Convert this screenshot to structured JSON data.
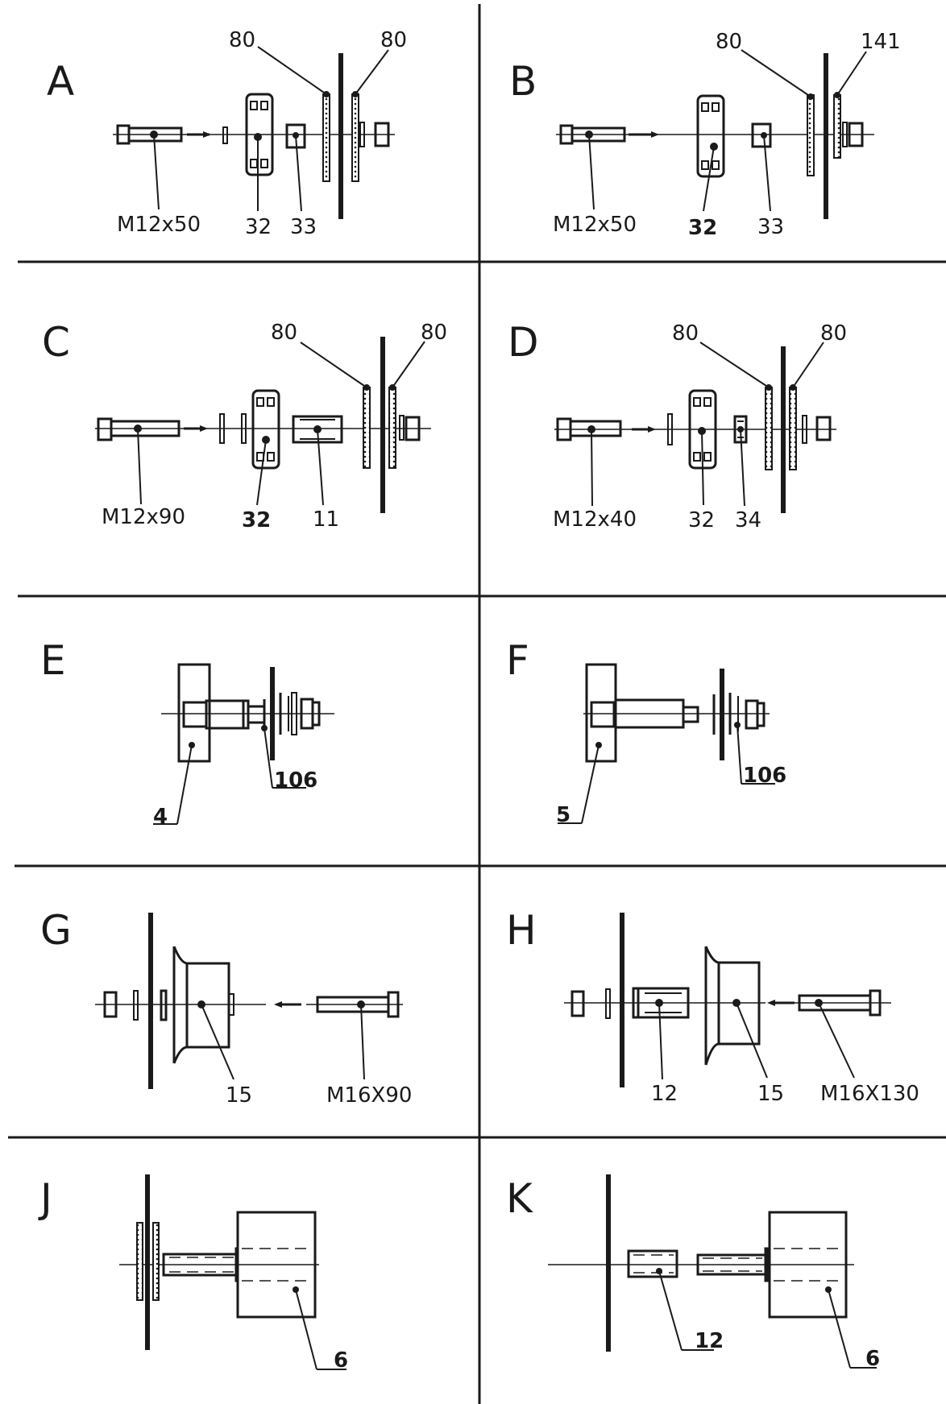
{
  "panels": {
    "A": {
      "letter": "A",
      "labels": [
        "80",
        "80",
        "M12x50",
        "32",
        "33"
      ]
    },
    "B": {
      "letter": "B",
      "labels": [
        "80",
        "141",
        "M12x50",
        "32",
        "33"
      ]
    },
    "C": {
      "letter": "C",
      "labels": [
        "80",
        "80",
        "M12x90",
        "32",
        "11"
      ]
    },
    "D": {
      "letter": "D",
      "labels": [
        "80",
        "80",
        "M12x40",
        "32",
        "34"
      ]
    },
    "E": {
      "letter": "E",
      "labels": [
        "106",
        "4"
      ]
    },
    "F": {
      "letter": "F",
      "labels": [
        "106",
        "5"
      ]
    },
    "G": {
      "letter": "G",
      "labels": [
        "15",
        "M16X90"
      ]
    },
    "H": {
      "letter": "H",
      "labels": [
        "12",
        "15",
        "M16X130"
      ]
    },
    "J": {
      "letter": "J",
      "labels": [
        "6"
      ]
    },
    "K": {
      "letter": "K",
      "labels": [
        "12",
        "6"
      ]
    }
  }
}
